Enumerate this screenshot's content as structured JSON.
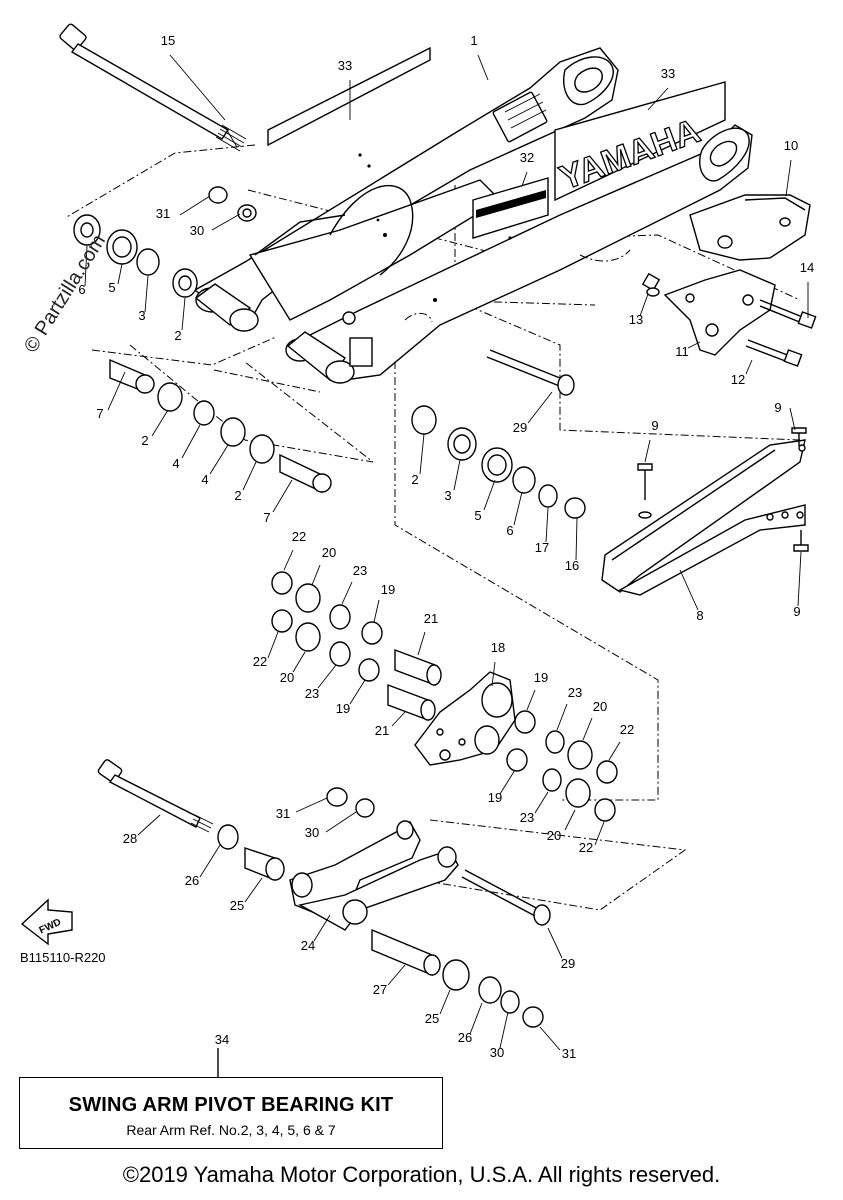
{
  "watermark": "© Partzilla.com",
  "diagram_code": "B115110-R220",
  "fwd_label": "FWD",
  "decal_text": "YAMAHA",
  "kit": {
    "ref_number": "34",
    "title": "SWING ARM PIVOT BEARING KIT",
    "subtitle": "Rear Arm Ref. No.2, 3, 4, 5, 6 & 7"
  },
  "copyright": "©2019 Yamaha Motor Corporation, U.S.A. All rights reserved.",
  "callouts": [
    "15",
    "1",
    "33",
    "33",
    "32",
    "10",
    "31",
    "30",
    "6",
    "5",
    "3",
    "2",
    "14",
    "13",
    "11",
    "12",
    "7",
    "2",
    "4",
    "4",
    "2",
    "7",
    "29",
    "9",
    "9",
    "2",
    "3",
    "5",
    "6",
    "17",
    "16",
    "8",
    "9",
    "22",
    "20",
    "23",
    "19",
    "22",
    "20",
    "23",
    "19",
    "21",
    "21",
    "18",
    "19",
    "23",
    "20",
    "22",
    "19",
    "23",
    "20",
    "22",
    "31",
    "30",
    "28",
    "26",
    "25",
    "24",
    "29",
    "27",
    "25",
    "26",
    "30",
    "31"
  ]
}
